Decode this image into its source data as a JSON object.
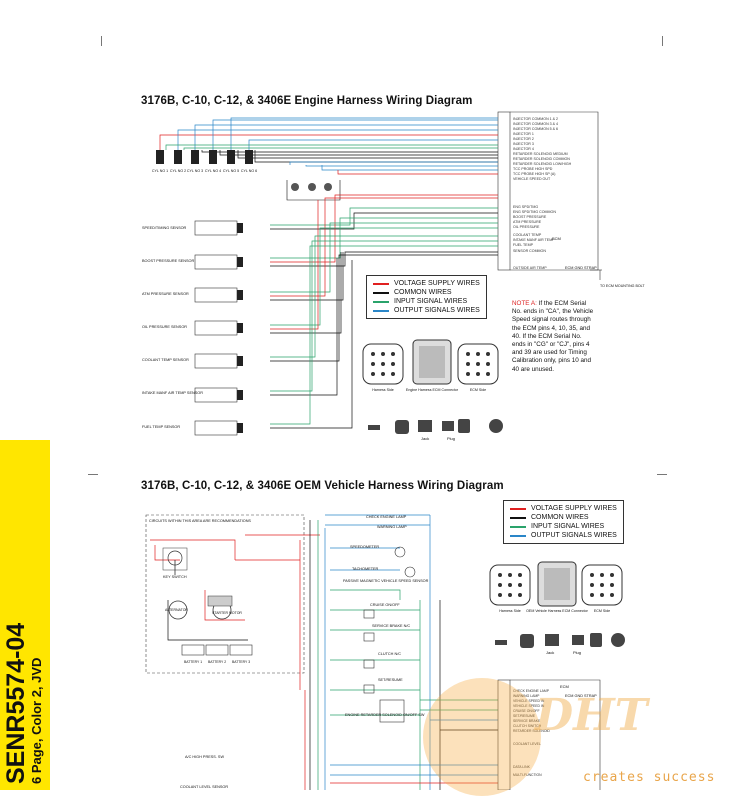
{
  "page": {
    "title_top": "3176B, C-10, C-12, & 3406E Engine Harness Wiring Diagram",
    "title_bottom": "3176B, C-10, C-12, & 3406E OEM Vehicle Harness Wiring Diagram",
    "doc_code": "SENR5574-04",
    "doc_sub": "6 Page, Color 2, JVD"
  },
  "colors": {
    "supply": "#e02020",
    "common": "#111111",
    "input": "#2aa36b",
    "output": "#2a86c8",
    "band": "#ffe600"
  },
  "legend": {
    "items": [
      "VOLTAGE SUPPLY WIRES",
      "COMMON WIRES",
      "INPUT SIGNAL WIRES",
      "OUTPUT SIGNALS WIRES"
    ]
  },
  "note": {
    "lead": "NOTE A:",
    "text": " If the ECM Serial No. ends in \"CA\", the Vehicle Speed signal routes through the ECM pins 4, 10, 35, and 40. If the ECM Serial No. ends in \"CG\" or \"CJ\", pins 4 and 39 are used for Timing Calibration only, pins 10 and 40 are unused."
  },
  "top": {
    "cylinders": [
      "CYL NO 1",
      "CYL NO 2",
      "CYL NO 3",
      "CYL NO 4",
      "CYL NO 5",
      "CYL NO 6"
    ],
    "sensors": [
      "SPEED/TIMING SENSOR",
      "BOOST PRESSURE SENSOR",
      "ATM PRESSURE SENSOR",
      "OIL PRESSURE SENSOR",
      "COOLANT TEMP SENSOR",
      "INTAKE MANF AIR TEMP SENSOR",
      "FUEL TEMP SENSOR"
    ],
    "ecm_label": "ECM",
    "ground_label": "ECM GND STRAP",
    "ground_note": "TO ECM MOUNTING BOLT",
    "connector_labels": [
      "Harness Side",
      "Engine Harness ECM Connector",
      "ECM Side"
    ],
    "plug_labels": [
      "Jack",
      "Plug"
    ]
  },
  "bottom": {
    "relay_box": "CIRCUITS WITHIN THIS AREA ARE RECOMMENDATIONS",
    "items": [
      "KEY SWITCH",
      "ALTERNATOR",
      "STARTER MOTOR",
      "BATTERY 1",
      "BATTERY 2",
      "BATTERY 3",
      "CHECK ENGINE LAMP",
      "WARNING LAMP",
      "SPEEDOMETER",
      "TACHOMETER",
      "PASSIVE MAGNETIC VEHICLE SPEED SENSOR",
      "CRUISE ON/OFF",
      "SERVICE BRAKE N/C",
      "CLUTCH N/C",
      "SET/RESUME",
      "ENGINE RETARDER SOLENOID ON/OFF SW",
      "A/C HIGH PRESS. SW",
      "COOLANT LEVEL SENSOR"
    ],
    "connector_labels": [
      "Harness Side",
      "OEM Vehicle Harness ECM Connector",
      "ECM Side"
    ],
    "plug_labels": [
      "Jack",
      "Plug"
    ],
    "ecm_label": "ECM",
    "ground_label": "ECM GND STRAP"
  },
  "watermark": {
    "logo": "DHT",
    "slogan": "creates success"
  }
}
